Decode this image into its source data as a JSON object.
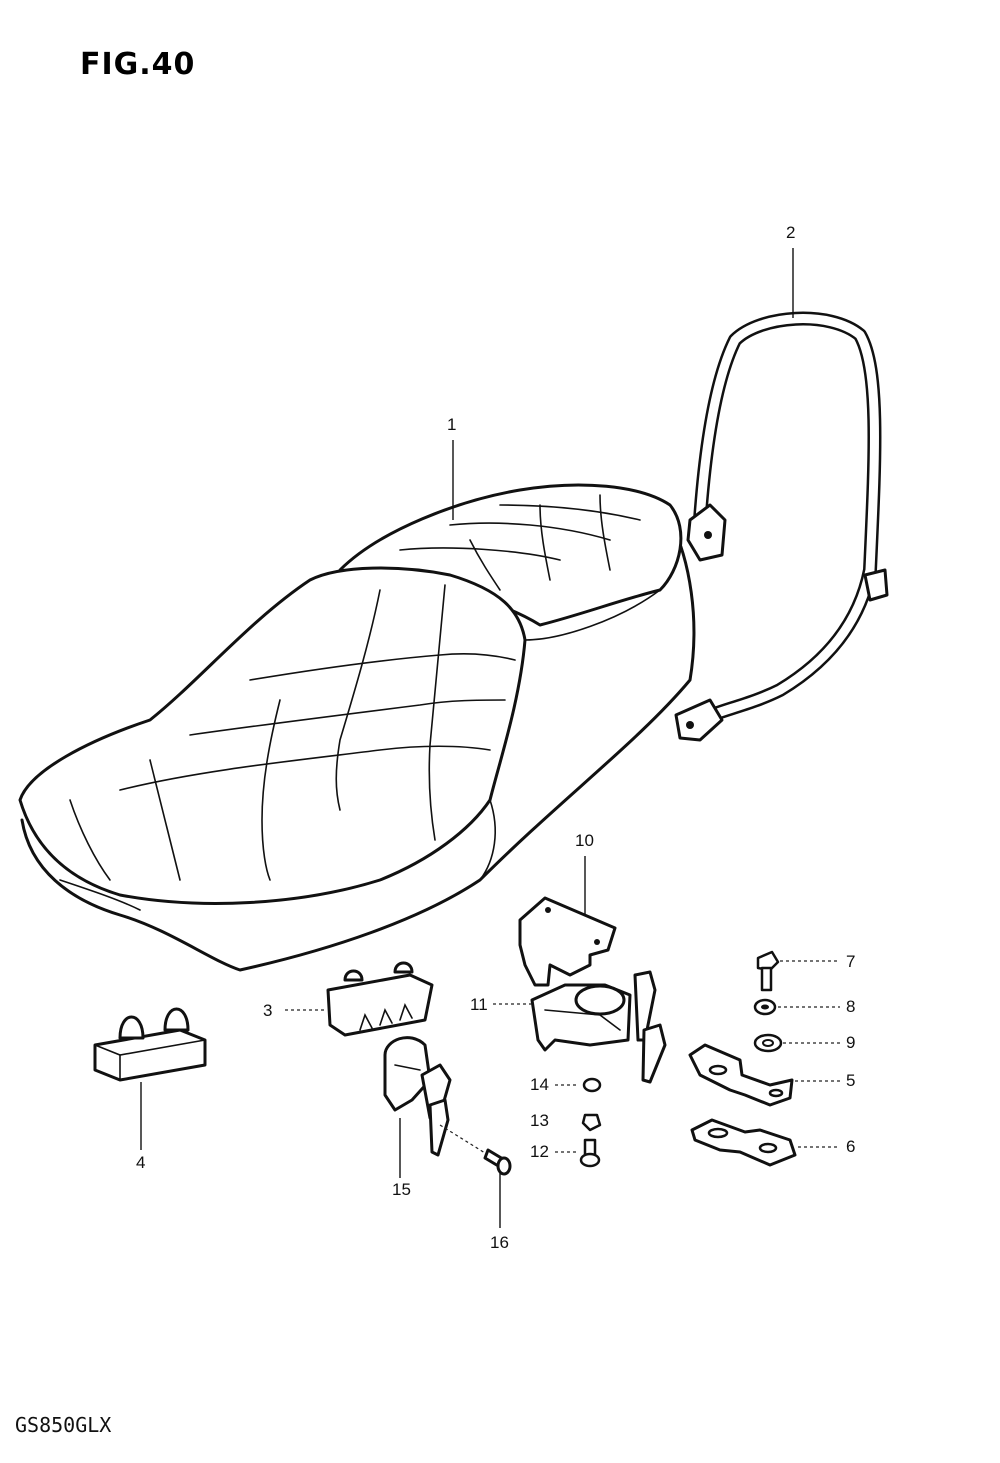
{
  "figure": {
    "title": "FIG.40",
    "model": "GS850GLX"
  },
  "callouts": [
    {
      "id": "1",
      "text": "1"
    },
    {
      "id": "2",
      "text": "2"
    },
    {
      "id": "3",
      "text": "3"
    },
    {
      "id": "4",
      "text": "4"
    },
    {
      "id": "5",
      "text": "5"
    },
    {
      "id": "6",
      "text": "6"
    },
    {
      "id": "7",
      "text": "7"
    },
    {
      "id": "8",
      "text": "8"
    },
    {
      "id": "9",
      "text": "9"
    },
    {
      "id": "10",
      "text": "10"
    },
    {
      "id": "11",
      "text": "11"
    },
    {
      "id": "12",
      "text": "12"
    },
    {
      "id": "13",
      "text": "13"
    },
    {
      "id": "14",
      "text": "14"
    },
    {
      "id": "15",
      "text": "15"
    },
    {
      "id": "16",
      "text": "16"
    }
  ],
  "parts": [
    {
      "id": "1",
      "icon": "seat-icon"
    },
    {
      "id": "2",
      "icon": "grab-rail-icon"
    },
    {
      "id": "3",
      "icon": "seat-cushion-block-icon"
    },
    {
      "id": "4",
      "icon": "seat-cushion-block-icon"
    },
    {
      "id": "5",
      "icon": "bracket-icon"
    },
    {
      "id": "6",
      "icon": "plate-icon"
    },
    {
      "id": "7",
      "icon": "bolt-icon"
    },
    {
      "id": "8",
      "icon": "lock-washer-icon"
    },
    {
      "id": "9",
      "icon": "washer-icon"
    },
    {
      "id": "10",
      "icon": "bracket-icon"
    },
    {
      "id": "11",
      "icon": "seat-lock-icon"
    },
    {
      "id": "12",
      "icon": "screw-icon"
    },
    {
      "id": "13",
      "icon": "lock-washer-icon"
    },
    {
      "id": "14",
      "icon": "washer-icon"
    },
    {
      "id": "15",
      "icon": "helmet-lock-icon"
    },
    {
      "id": "16",
      "icon": "screw-icon"
    }
  ]
}
